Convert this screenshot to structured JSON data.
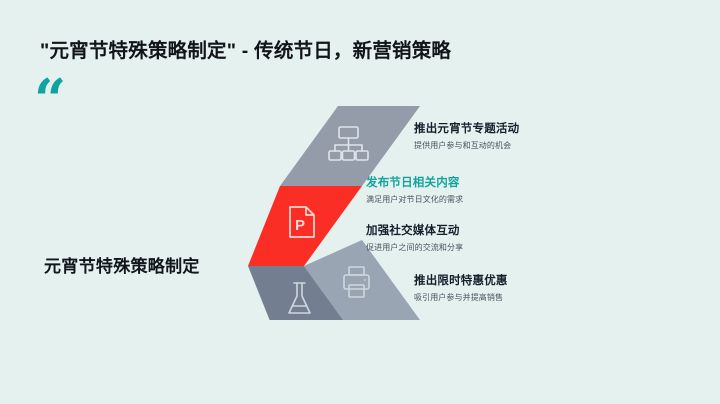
{
  "slide": {
    "title": "\"元宵节特殊策略制定\" - 传统节日，新营销策略",
    "quote_glyph": "“",
    "left_heading": "元宵节特殊策略制定",
    "background_color": "#e4f1ef",
    "accent_color": "#13a39d",
    "highlight_color": "#fa2e24"
  },
  "chevron": {
    "bands": [
      {
        "icon": "org-chart-icon",
        "color": "#939ca8"
      },
      {
        "icon": "presentation-file-icon",
        "color": "#fa2e24"
      },
      {
        "icon": "flask-icon",
        "color": "#737f91"
      },
      {
        "icon": "printer-icon",
        "color": "#9aa5b3"
      }
    ]
  },
  "items": [
    {
      "title": "推出元宵节专题活动",
      "desc": "提供用户参与和互动的机会",
      "highlighted": false
    },
    {
      "title": "发布节日相关内容",
      "desc": "满足用户对节日文化的需求",
      "highlighted": true
    },
    {
      "title": "加强社交媒体互动",
      "desc": "促进用户之间的交流和分享",
      "highlighted": false
    },
    {
      "title": "推出限时特惠优惠",
      "desc": "吸引用户参与并提高销售",
      "highlighted": false
    }
  ]
}
